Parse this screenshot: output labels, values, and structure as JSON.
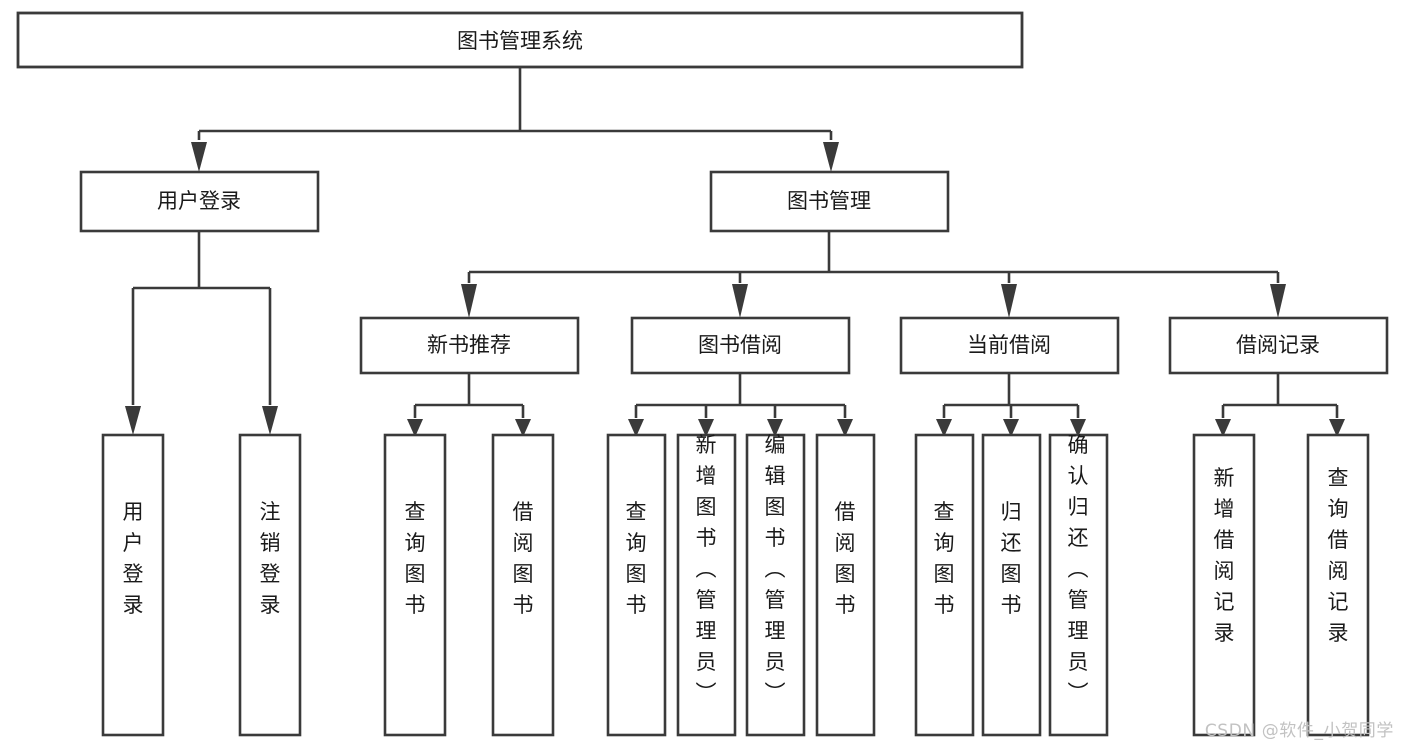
{
  "diagram": {
    "type": "hierarchy-tree",
    "title": "图书管理系统",
    "background_color": "#ffffff",
    "stroke_color": "#3a3a3a",
    "text_color": "#1a1a1a",
    "root": {
      "label": "图书管理系统"
    },
    "level1": [
      {
        "label": "用户登录"
      },
      {
        "label": "图书管理"
      }
    ],
    "level2": [
      {
        "label": "新书推荐"
      },
      {
        "label": "图书借阅"
      },
      {
        "label": "当前借阅"
      },
      {
        "label": "借阅记录"
      }
    ],
    "leaves": {
      "user_login": [
        {
          "label": "用户登录"
        },
        {
          "label": "注销登录"
        }
      ],
      "new_book_recommend": [
        {
          "label": "查询图书"
        },
        {
          "label": "借阅图书"
        }
      ],
      "book_borrow": [
        {
          "label": "查询图书"
        },
        {
          "label": "新增图书（管理员）"
        },
        {
          "label": "编辑图书（管理员）"
        },
        {
          "label": "借阅图书"
        }
      ],
      "current_borrow": [
        {
          "label": "查询图书"
        },
        {
          "label": "归还图书"
        },
        {
          "label": "确认归还（管理员）"
        }
      ],
      "borrow_record": [
        {
          "label": "新增借阅记录"
        },
        {
          "label": "查询借阅记录"
        }
      ]
    }
  },
  "watermark": {
    "text": "CSDN @软件_小贺同学"
  }
}
